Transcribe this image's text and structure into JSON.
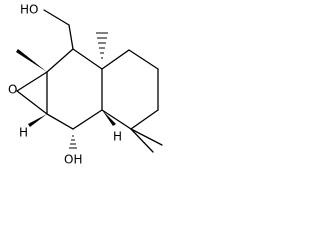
{
  "labels": {
    "hydroxymethyl_oh": "HO",
    "epoxide_oxygen": "O",
    "epoxide_h": "H",
    "ring_h": "H",
    "hydroxyl_oh": "OH"
  },
  "colors": {
    "bond": "#000000",
    "background": "#ffffff"
  }
}
